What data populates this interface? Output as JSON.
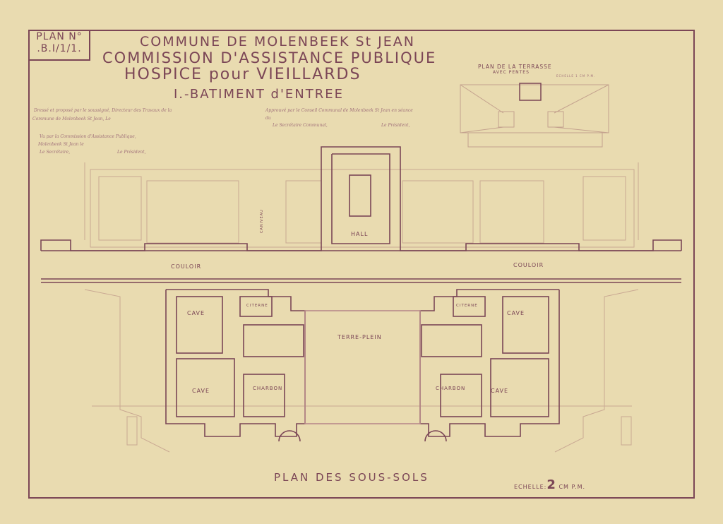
{
  "plan_number": {
    "label": "PLAN N°",
    "code": ".B.I/1/1."
  },
  "title": {
    "line1": "COMMUNE DE MOLENBEEK St JEAN",
    "line2": "COMMISSION D'ASSISTANCE PUBLIQUE",
    "line3": "HOSPICE pour VIEILLARDS",
    "line4": "I.-BATIMENT d'ENTREE"
  },
  "notes": {
    "drafted": "Dressé et proposé par le soussigné, Directeur des Travaux de la",
    "drafted2": "Commune de Molenbeek St Jean, Le",
    "seen": "Vu par la Commission d'Assistance Publique,",
    "seen2": "Molenbeek St Jean le",
    "secretary": "Le Secrétaire,",
    "president": "Le Président,",
    "approved": "Approuvé par le Conseil Communal de Molenbeek St Jean en séance",
    "approved2": "du",
    "secretary_communal": "Le Secrétaire Communal,",
    "president2": "Le Président,"
  },
  "terrace": {
    "title": "PLAN DE LA TERRASSE",
    "subtitle": "AVEC PENTES",
    "scale": "ECHELLE 1 CM P.M."
  },
  "rooms": {
    "hall": "HALL",
    "couloir_left": "COULOIR",
    "couloir_right": "COULOIR",
    "caniveau": "CANIVEAU",
    "cave_tl": "CAVE",
    "cave_bl": "CAVE",
    "cave_tr": "CAVE",
    "cave_br": "CAVE",
    "citerne_left": "CITERNE",
    "citerne_right": "CITERNE",
    "charbon_left": "CHARBON",
    "charbon_right": "CHARBON",
    "terre_plein": "TERRE-PLEIN"
  },
  "footer": {
    "title": "PLAN DES SOUS-SOLS",
    "scale_label": "ECHELLE:",
    "scale_value": "2",
    "scale_unit": "CM P.M."
  }
}
